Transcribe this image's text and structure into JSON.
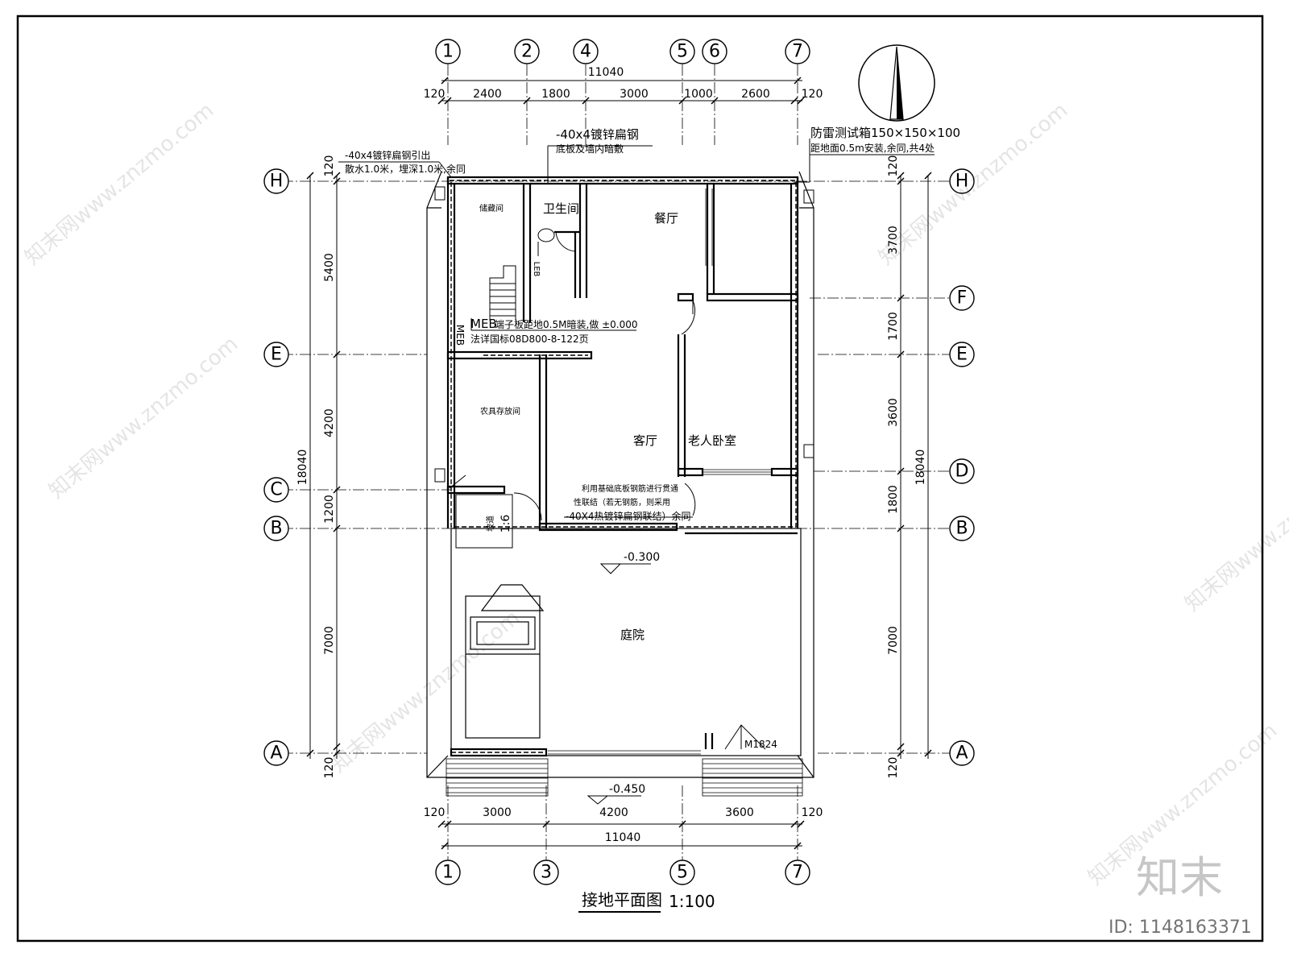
{
  "title": {
    "text": "接地平面图",
    "scale": "1:100"
  },
  "axes": {
    "top": [
      "1",
      "2",
      "4",
      "5",
      "6",
      "7"
    ],
    "bottom": [
      "1",
      "3",
      "5",
      "7"
    ],
    "left": [
      "H",
      "E",
      "C",
      "B",
      "A"
    ],
    "right": [
      "H",
      "F",
      "E",
      "D",
      "B",
      "A"
    ]
  },
  "dims": {
    "top_total": "11040",
    "top_segments": [
      "120",
      "2400",
      "1800",
      "3000",
      "1000",
      "2600",
      "120"
    ],
    "bottom_total": "11040",
    "bottom_segments": [
      "120",
      "3000",
      "4200",
      "3600",
      "120"
    ],
    "left_total": "18040",
    "left_segments": [
      "120",
      "5400",
      "4200",
      "1200",
      "7000",
      "120"
    ],
    "right_total": "18040",
    "right_segments": [
      "120",
      "3700",
      "1700",
      "3600",
      "1800",
      "7000",
      "120"
    ]
  },
  "rooms": {
    "storage": "储藏间",
    "toilet": "卫生间",
    "dining": "餐厅",
    "tools": "农具存放间",
    "living": "客厅",
    "elder_bedroom": "老人卧室",
    "courtyard": "庭院",
    "ramp": "坡道",
    "ramp_ratio": "1:6",
    "door": "M1824",
    "meb": "MEB",
    "teb": "LEB"
  },
  "levels": {
    "courtyard": "-0.300",
    "outside": "-0.450"
  },
  "notes": {
    "lead_out_1": "-40x4镀锌扁钢引出",
    "lead_out_2": "散水1.0米，埋深1.0米,余同",
    "flat_steel_1": "-40x4镀锌扁钢",
    "flat_steel_2": "底板及墙内暗敷",
    "test_box_1": "防雷测试箱150×150×100",
    "test_box_2": "距地面0.5m安装,余同,共4处",
    "meb_note_1": "端子板距地0.5M暗装,做 ±0.000",
    "meb_note_2": "法详国标08D800-8-122页",
    "bond_1": "利用基础底板钢筋进行贯通",
    "bond_2": "性联结（若无钢筋，则采用",
    "bond_3": "-40X4热镀锌扁钢联结）余同"
  },
  "watermark": {
    "text": "知末网www.znzmo.com",
    "brand": "知末",
    "id": "ID: 1148163371"
  }
}
